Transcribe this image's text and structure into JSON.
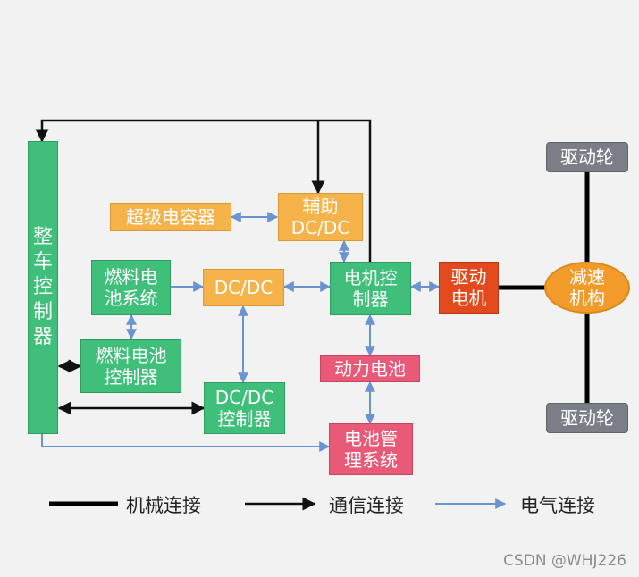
{
  "boxes": {
    "vehicle_controller": "整\n车\n控\n制\n器",
    "supercapacitor": "超级电容器",
    "aux_dcdc": "辅助\nDC/DC",
    "fuel_cell_system": "燃料电\n池系统",
    "dcdc": "DC/DC",
    "motor_controller": "电机控\n制器",
    "drive_motor": "驱动\n电机",
    "reducer": "减速\n机构",
    "drive_wheel_top": "驱动轮",
    "drive_wheel_bottom": "驱动轮",
    "fuel_cell_controller": "燃料电池\n控制器",
    "power_battery": "动力电池",
    "dcdc_controller": "DC/DC\n控制器",
    "bms": "电池管\n理系统"
  },
  "legend": {
    "mechanical": "机械连接",
    "communication": "通信连接",
    "electrical": "电气连接"
  },
  "watermark": "CSDN @WHJ226",
  "colors": {
    "green": "#3fbf7a",
    "orange": "#f6b34a",
    "pink": "#e85a78",
    "red": "#e24a1d",
    "gray": "#7a7f87",
    "electrical_line": "#6b93d0",
    "communication_line": "#111111",
    "mechanical_line": "#000000"
  }
}
